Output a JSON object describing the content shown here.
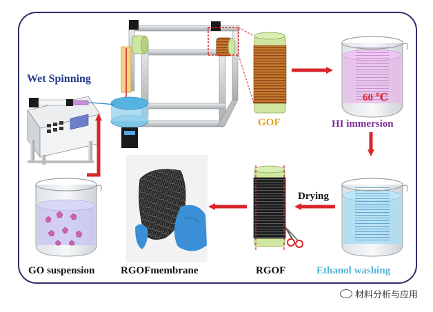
{
  "labels": {
    "wet_spinning": "Wet Spinning",
    "gof": "GOF",
    "hi_immersion": "HI immersion",
    "temperature": "60 ℃",
    "drying": "Drying",
    "ethanol_washing": "Ethanol washing",
    "rgof": "RGOF",
    "rgof_membrane": "RGOFmembrane",
    "go_suspension": "GO suspension"
  },
  "watermark": "材料分析与应用",
  "colors": {
    "frame": "#2f2f6e",
    "arrow": "#d8262b",
    "wet_spinning_text": "#1f3c8a",
    "gof_text": "#e0a31c",
    "hi_text": "#7b2f93",
    "temperature_text": "#d8262b",
    "ethanol_text": "#52b7d9",
    "dark_text": "#111111",
    "gof_fiber": "#c8782e",
    "rgof_fiber": "#141414",
    "core": "#cfe6a0",
    "hi_liquid": "#e7b8ea",
    "ethanol_liquid": "#a9dcf2",
    "go_liquid": "#c9c6f0"
  }
}
